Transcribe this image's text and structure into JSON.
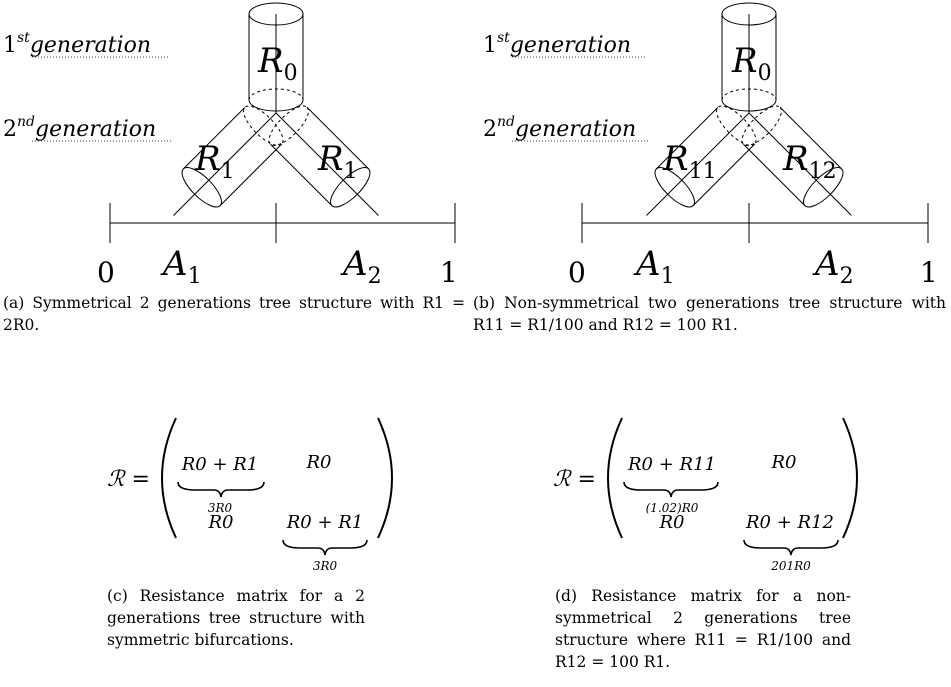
{
  "panel_a": {
    "gen1_label": "1st generation",
    "gen1_sup": "st",
    "gen1_word": "generation",
    "gen1_num": "1",
    "gen2_num": "2",
    "gen2_sup": "nd",
    "gen2_word": "generation",
    "root_resistance": "R0",
    "root_sym": "R",
    "root_sub": "0",
    "left_sym": "R",
    "left_sub": "1",
    "right_sym": "R",
    "right_sub": "1",
    "area_left_sym": "A",
    "area_left_sub": "1",
    "area_right_sym": "A",
    "area_right_sub": "2",
    "axis_start": "0",
    "axis_end": "1",
    "caption": "(a) Symmetrical 2 generations tree structure with R1 = 2R0."
  },
  "panel_b": {
    "gen1_num": "1",
    "gen1_sup": "st",
    "gen1_word": "generation",
    "gen2_num": "2",
    "gen2_sup": "nd",
    "gen2_word": "generation",
    "root_sym": "R",
    "root_sub": "0",
    "left_sym": "R",
    "left_sub": "11",
    "right_sym": "R",
    "right_sub": "12",
    "area_left_sym": "A",
    "area_left_sub": "1",
    "area_right_sym": "A",
    "area_right_sub": "2",
    "axis_start": "0",
    "axis_end": "1",
    "caption": "(b) Non-symmetrical two generations tree structure with R11 = R1/100 and R12 = 100 R1."
  },
  "panel_c": {
    "lhs": "ℛ =",
    "m11": "R0 + R1",
    "m11_brace": "3R0",
    "m12": "R0",
    "m21": "R0",
    "m22": "R0 + R1",
    "m22_brace": "3R0",
    "caption": "(c) Resistance matrix for a 2 generations tree structure with symmetric bifurcations."
  },
  "panel_d": {
    "lhs": "ℛ =",
    "m11": "R0 + R11",
    "m11_brace": "(1.02)R0",
    "m12": "R0",
    "m21": "R0",
    "m22": "R0 + R12",
    "m22_brace": "201R0",
    "caption": "(d) Resistance matrix for a non-symmetrical 2 generations tree structure where R11 = R1/100 and R12 = 100 R1."
  }
}
